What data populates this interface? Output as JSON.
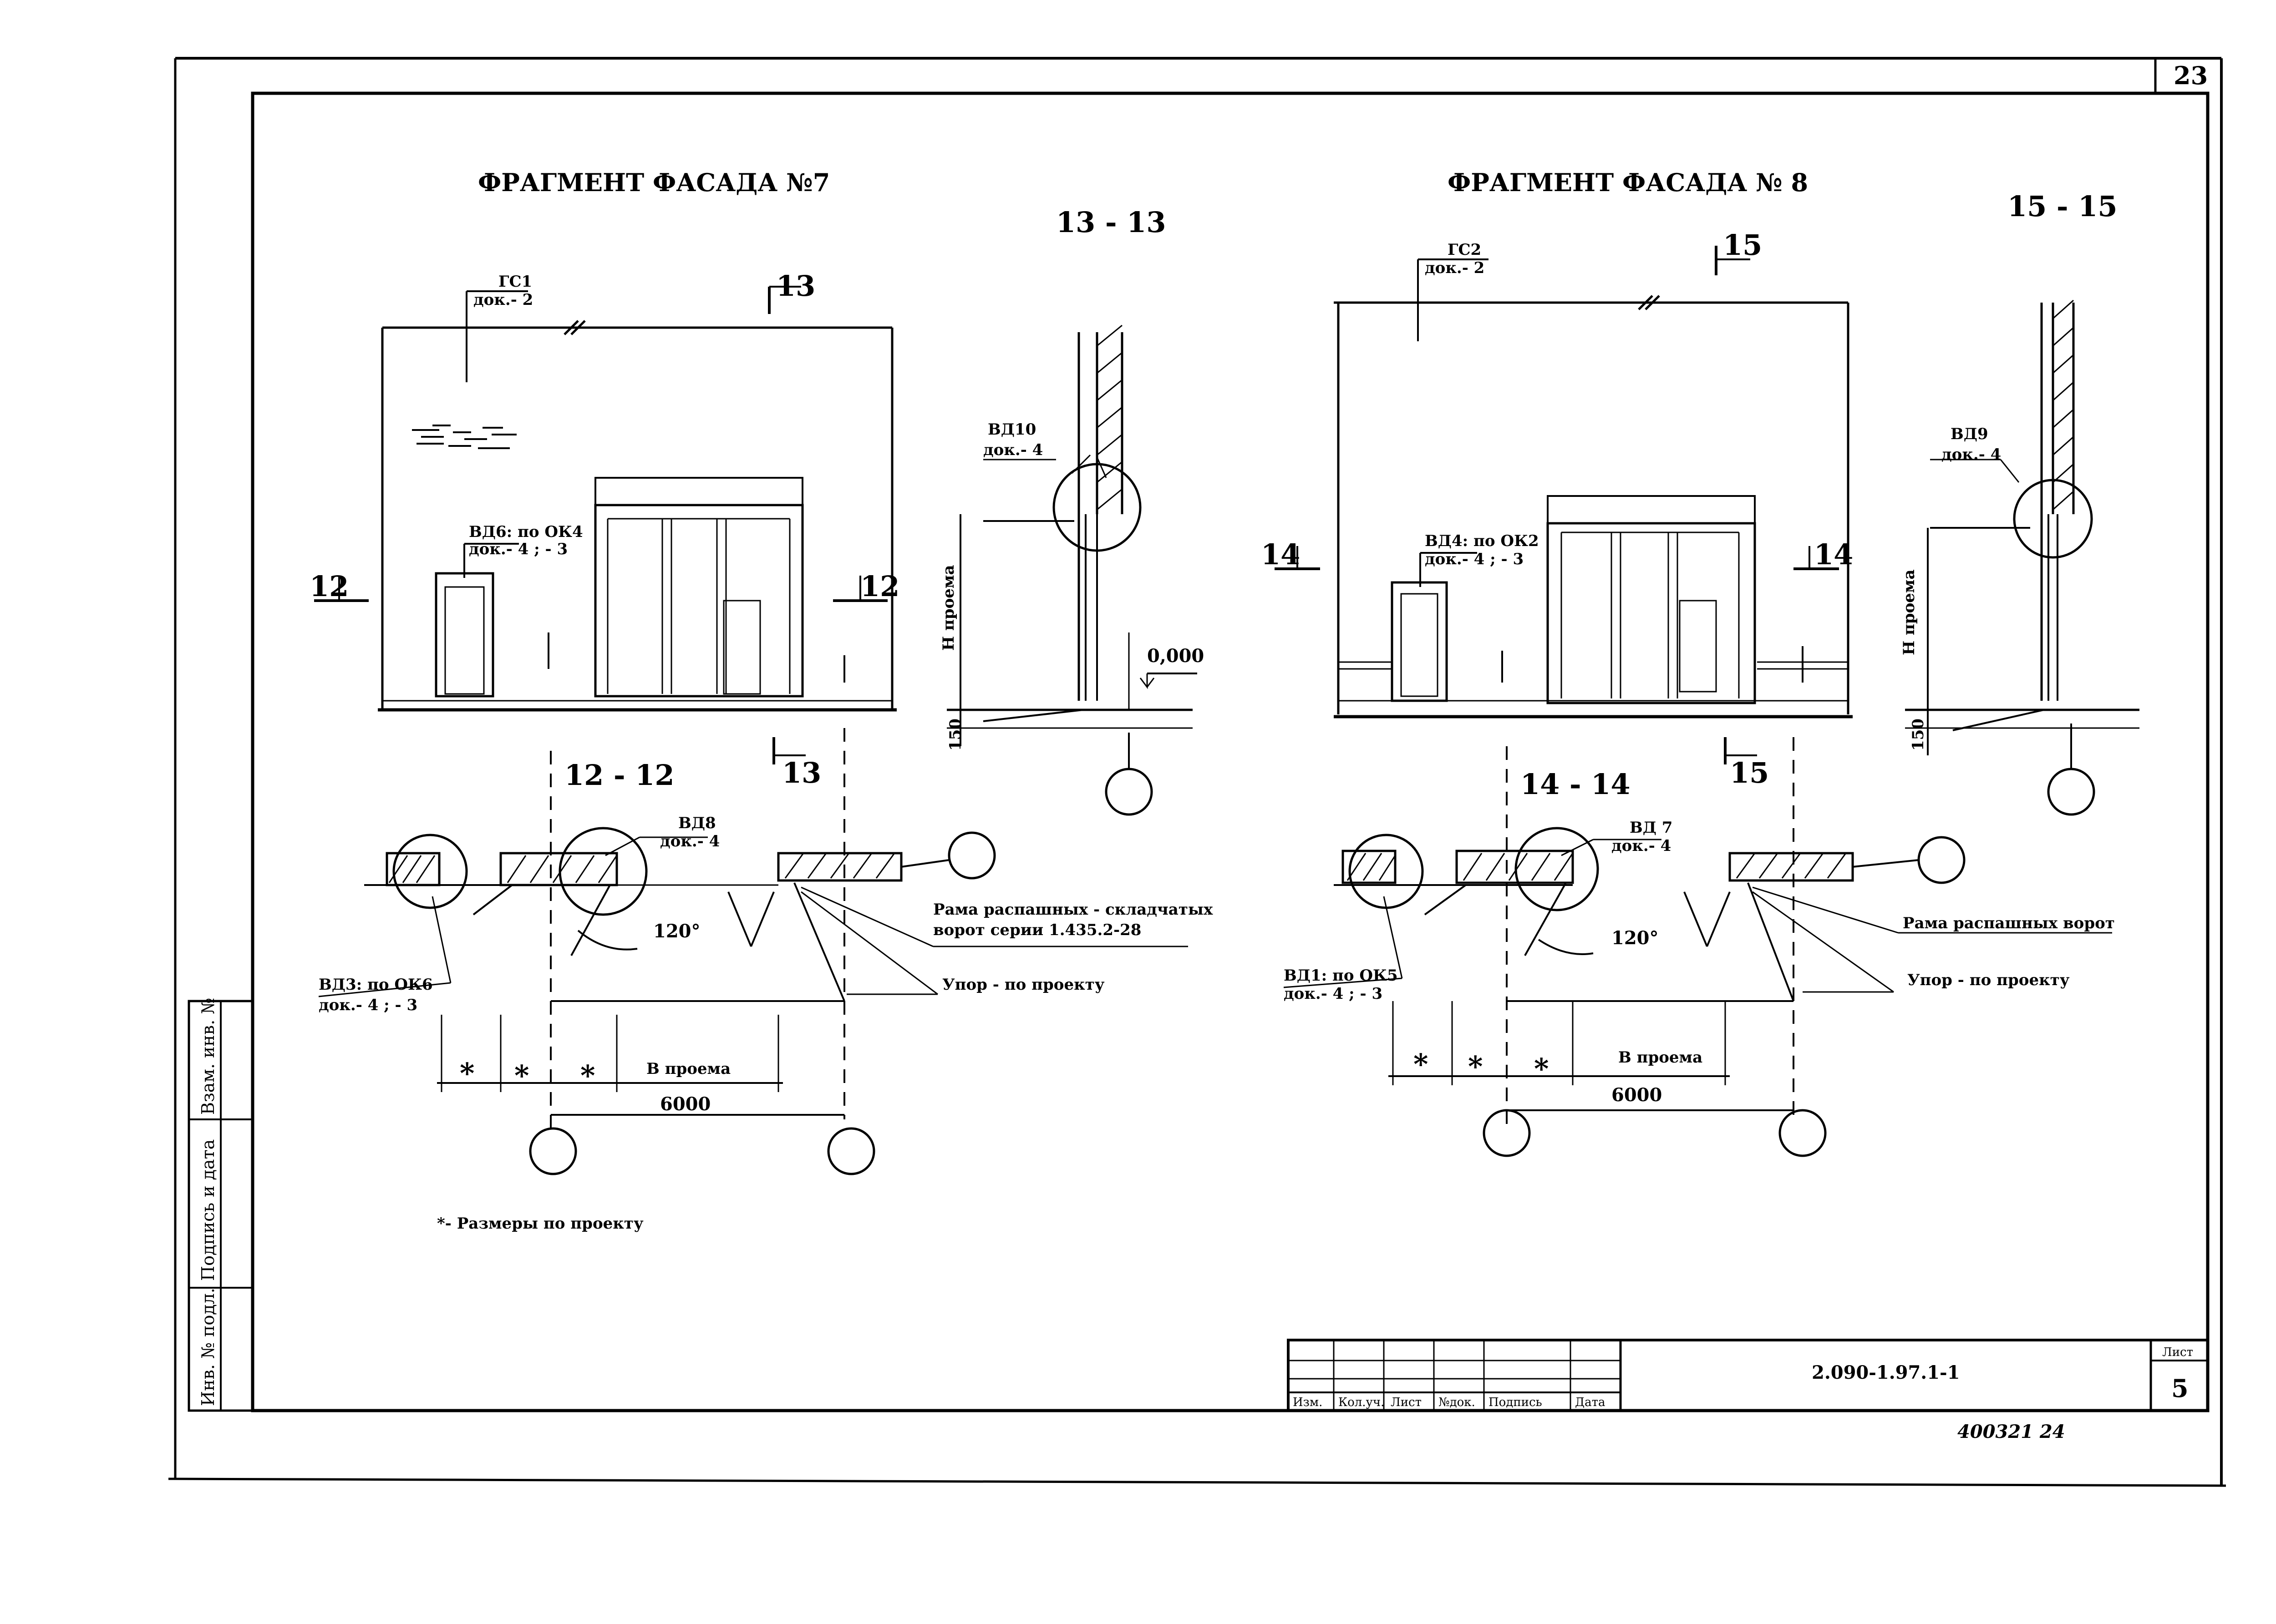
{
  "sheet_number_top": "23",
  "left": {
    "title": "ФРАГМЕНТ ФАСАДА №7",
    "section_elev": "13 - 13",
    "section_plan": "12 - 12",
    "cut12": "12",
    "cut13": "13",
    "gs_label": "ГС1",
    "gs_doc": "док.- 2",
    "vd6": "ВД6: по ОК4",
    "vd6_doc": "док.- 4 ; - 3",
    "vd10": "ВД10",
    "vd10_doc": "док.- 4",
    "h_opening": "Н проема",
    "level": "0,000",
    "step": "150",
    "vd8": "ВД8",
    "vd8_doc": "док.- 4",
    "angle": "120°",
    "frame_note_1": "Рама распашных - складчатых",
    "frame_note_2": "ворот серии 1.435.2-28",
    "stop_note": "Упор - по проекту",
    "vd3": "ВД3: по ОК6",
    "vd3_doc": "док.- 4 ; - 3",
    "star": "*",
    "b_opening": "В проема",
    "dim": "6000",
    "footnote": "*- Размеры по проекту"
  },
  "right": {
    "title": "ФРАГМЕНТ ФАСАДА № 8",
    "section_elev": "15 - 15",
    "section_plan": "14 - 14",
    "cut14": "14",
    "cut15": "15",
    "gs_label": "ГС2",
    "gs_doc": "док.- 2",
    "vd4": "ВД4: по ОК2",
    "vd4_doc": "док.- 4 ; - 3",
    "vd9": "ВД9",
    "vd9_doc": "док.- 4",
    "h_opening": "Н проема",
    "step": "150",
    "vd7": "ВД 7",
    "vd7_doc": "док.- 4",
    "angle": "120°",
    "frame_note": "Рама распашных ворот",
    "stop_note": "Упор - по проекту",
    "vd1": "ВД1: по ОК5",
    "vd1_doc": "док.- 4 ; - 3",
    "star": "*",
    "b_opening": "В проема",
    "dim": "6000"
  },
  "stamp": {
    "cols": [
      "Изм.",
      "Кол.уч.",
      "Лист",
      "№док.",
      "Подпись",
      "Дата"
    ],
    "code": "2.090-1.97.1-1",
    "sheet_label": "Лист",
    "sheet_no": "5"
  },
  "side_strip": [
    "Инв. № подл.",
    "Подпись и дата",
    "Взам. инв. №"
  ],
  "handwritten": "400321  24"
}
